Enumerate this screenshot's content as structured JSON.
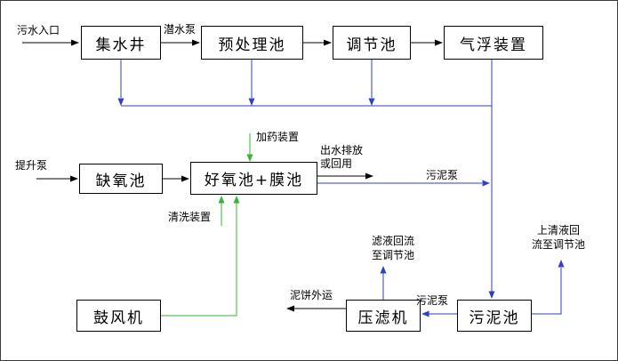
{
  "colors": {
    "line_black": "#000000",
    "line_blue": "#2f3fc6",
    "line_green": "#35b435",
    "box_border": "#000000",
    "background": "#ffffff"
  },
  "boxes": {
    "collection_well": "集水井",
    "pretreatment_tank": "预处理池",
    "regulating_tank": "调节池",
    "air_flotation_unit": "气浮装置",
    "anoxic_tank": "缺氧池",
    "aerobic_membrane_tank": "好氧池+膜池",
    "blower": "鼓风机",
    "filter_press": "压滤机",
    "sludge_tank": "污泥池"
  },
  "labels": {
    "sewage_inlet": "污水入口",
    "submersible_pump": "潜水泵",
    "lift_pump": "提升泵",
    "dosing_device": "加药装置",
    "effluent_line1": "出水排放",
    "effluent_line2": "或回用",
    "sludge_pump_mid": "污泥泵",
    "cleaning_device": "清洗装置",
    "filtrate_return_line1": "滤液回流",
    "filtrate_return_line2": "至调节池",
    "mud_cake_out": "泥饼外运",
    "sludge_pump_bottom": "污泥泵",
    "supernatant_return_line1": "上清液回",
    "supernatant_return_line2": "流至调节池"
  }
}
